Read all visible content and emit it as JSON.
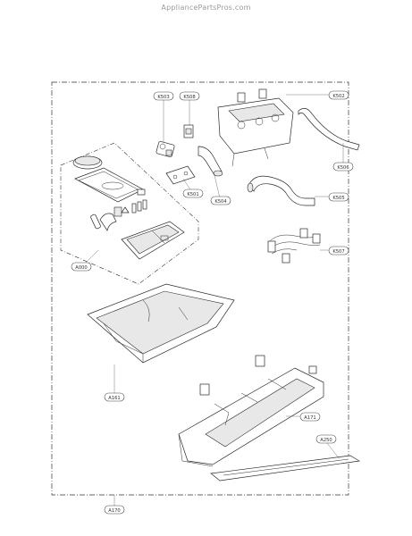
{
  "watermark": "AppliancePartsPros.com",
  "callouts": {
    "k503": "K503",
    "k508": "K508",
    "k502": "K502",
    "k506": "K506",
    "k501": "K501",
    "k504": "K504",
    "k505": "K505",
    "k507": "K507",
    "a000": "A000",
    "a161": "A161",
    "a171": "A171",
    "a250": "A250",
    "a170": "A170"
  }
}
